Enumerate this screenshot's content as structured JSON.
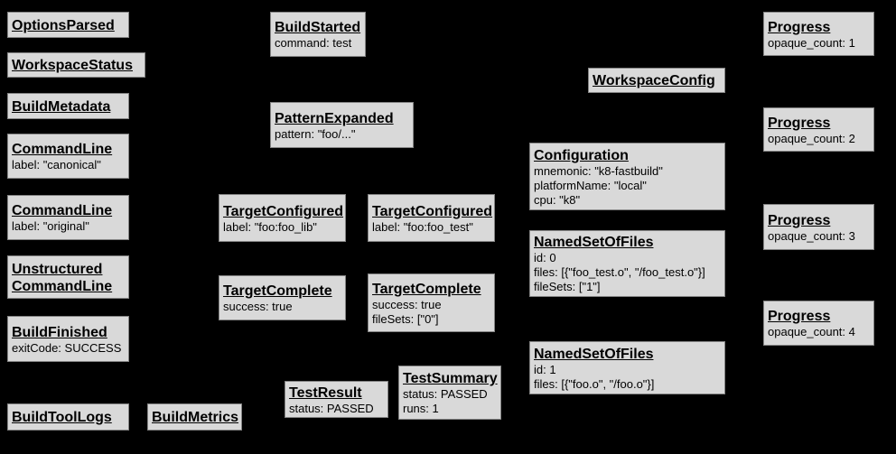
{
  "diagram": {
    "description": "Build event protocol graph",
    "background_color": "#000000",
    "node_fill_color": "#d9d9d9",
    "node_border_color": "#848484",
    "text_color": "#000000"
  },
  "nodes": [
    {
      "title": "OptionsParsed",
      "lines": []
    },
    {
      "title": "WorkspaceStatus",
      "lines": []
    },
    {
      "title": "BuildMetadata",
      "lines": []
    },
    {
      "title": "CommandLine",
      "lines": [
        "label: \"canonical\""
      ]
    },
    {
      "title": "CommandLine",
      "lines": [
        "label: \"original\""
      ]
    },
    {
      "title": "Unstructured",
      "title2": "CommandLine",
      "lines": []
    },
    {
      "title": "BuildFinished",
      "lines": [
        "exitCode: SUCCESS"
      ]
    },
    {
      "title": "BuildToolLogs",
      "lines": []
    },
    {
      "title": "BuildMetrics",
      "lines": []
    },
    {
      "title": "BuildStarted",
      "lines": [
        "command: test"
      ]
    },
    {
      "title": "PatternExpanded",
      "lines": [
        "pattern: \"foo/...\""
      ]
    },
    {
      "title": "TargetConfigured",
      "lines": [
        "label: \"foo:foo_lib\""
      ]
    },
    {
      "title": "TargetConfigured",
      "lines": [
        "label: \"foo:foo_test\""
      ]
    },
    {
      "title": "TargetComplete",
      "lines": [
        "success: true"
      ]
    },
    {
      "title": "TargetComplete",
      "lines": [
        "success: true",
        "fileSets: [\"0\"]"
      ]
    },
    {
      "title": "TestResult",
      "lines": [
        "status: PASSED"
      ]
    },
    {
      "title": "TestSummary",
      "lines": [
        "status: PASSED",
        "runs: 1"
      ]
    },
    {
      "title": "WorkspaceConfig",
      "lines": []
    },
    {
      "title": "Configuration",
      "lines": [
        "mnemonic: \"k8-fastbuild\"",
        "platformName: \"local\"",
        "cpu: \"k8\""
      ]
    },
    {
      "title": "NamedSetOfFiles",
      "lines": [
        "id: 0",
        "files: [{\"foo_test.o\", \"/foo_test.o\"}]",
        "fileSets: [\"1\"]"
      ]
    },
    {
      "title": "NamedSetOfFiles",
      "lines": [
        "id: 1",
        "files: [{\"foo.o\", \"/foo.o\"}]"
      ]
    },
    {
      "title": "Progress",
      "lines": [
        "opaque_count: 1"
      ]
    },
    {
      "title": "Progress",
      "lines": [
        "opaque_count: 2"
      ]
    },
    {
      "title": "Progress",
      "lines": [
        "opaque_count: 3"
      ]
    },
    {
      "title": "Progress",
      "lines": [
        "opaque_count: 4"
      ]
    }
  ]
}
